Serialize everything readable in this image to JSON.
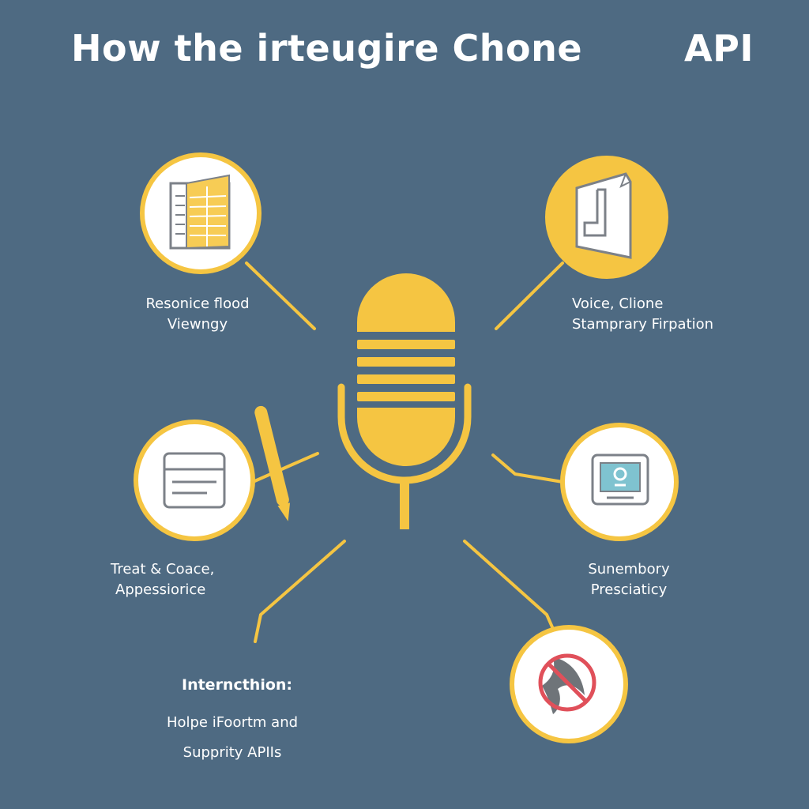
{
  "title": {
    "main": "How the irteugire Chone",
    "suffix": "API"
  },
  "colors": {
    "background": "#4e6a82",
    "accent": "#f5c542",
    "circle_fill": "#ffffff",
    "icon_stroke": "#7c8188",
    "prohibit_red": "#e0505a"
  },
  "nodes": [
    {
      "id": "resonice",
      "icon": "document-grid-icon",
      "lines": [
        "Resonice flood",
        "Viewngy"
      ]
    },
    {
      "id": "voice-clone",
      "icon": "document-fold-icon",
      "lines": [
        "Voice, Clione",
        "Stamprary Firpation"
      ]
    },
    {
      "id": "treat",
      "icon": "form-window-icon",
      "lines": [
        "Treat & Coace,",
        "Appessiorice"
      ]
    },
    {
      "id": "sunembory",
      "icon": "monitor-user-icon",
      "lines": [
        "Sunembory",
        "Presciaticy"
      ]
    },
    {
      "id": "interaction",
      "icon": "",
      "heading": "Interncthion:",
      "lines": [
        "Holpe iFoortm and",
        "Supprity APIIs"
      ]
    },
    {
      "id": "prohibited",
      "icon": "prohibited-bird-icon",
      "lines": []
    }
  ],
  "center": {
    "icon": "microphone-icon"
  }
}
